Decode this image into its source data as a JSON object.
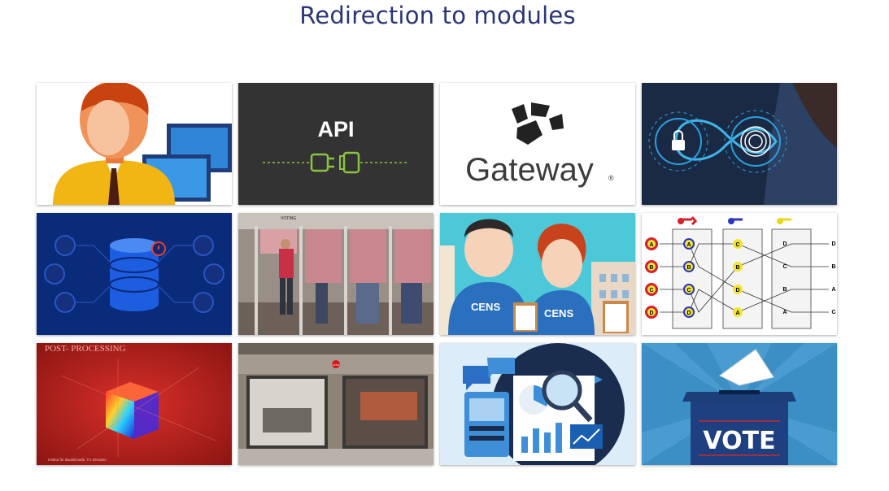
{
  "page": {
    "title": "Redirection to modules"
  },
  "modules": [
    {
      "icon": "user-computer-icon"
    },
    {
      "icon": "api-plug-icon",
      "label": "API"
    },
    {
      "icon": "gateway-logo",
      "label": "Gateway"
    },
    {
      "icon": "fingerprint-lock-icon"
    },
    {
      "icon": "database-icon"
    },
    {
      "icon": "voting-booth-photo",
      "label": "VOTING"
    },
    {
      "icon": "census-workers-icon",
      "label": "CENS"
    },
    {
      "icon": "mixnet-shuffle-diagram"
    },
    {
      "icon": "post-processing-visual",
      "label": "POST- PROCESSING",
      "caption": "Institut für Baukilimatik, TU Dresden"
    },
    {
      "icon": "storefront-photo",
      "label": "Leica"
    },
    {
      "icon": "analytics-dashboard-icon"
    },
    {
      "icon": "ballot-box-icon",
      "label": "VOTE"
    }
  ]
}
